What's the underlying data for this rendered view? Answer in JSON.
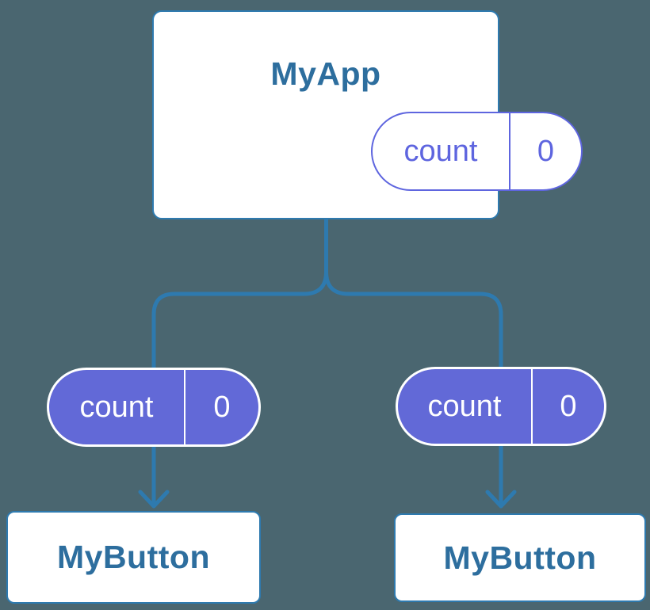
{
  "diagram": {
    "root": {
      "title": "MyApp",
      "state": {
        "label": "count",
        "value": "0"
      }
    },
    "left": {
      "prop": {
        "label": "count",
        "value": "0"
      },
      "child": {
        "title": "MyButton"
      }
    },
    "right": {
      "prop": {
        "label": "count",
        "value": "0"
      },
      "child": {
        "title": "MyButton"
      }
    }
  },
  "colors": {
    "background": "#4A6670",
    "line": "#2E7AAF",
    "node_text": "#2D6E9E",
    "pill_fill": "#6269D7",
    "pill_outline": "#5E65DF",
    "pill_text_on_fill": "#FFFFFF",
    "node_fill": "#FFFFFF"
  }
}
